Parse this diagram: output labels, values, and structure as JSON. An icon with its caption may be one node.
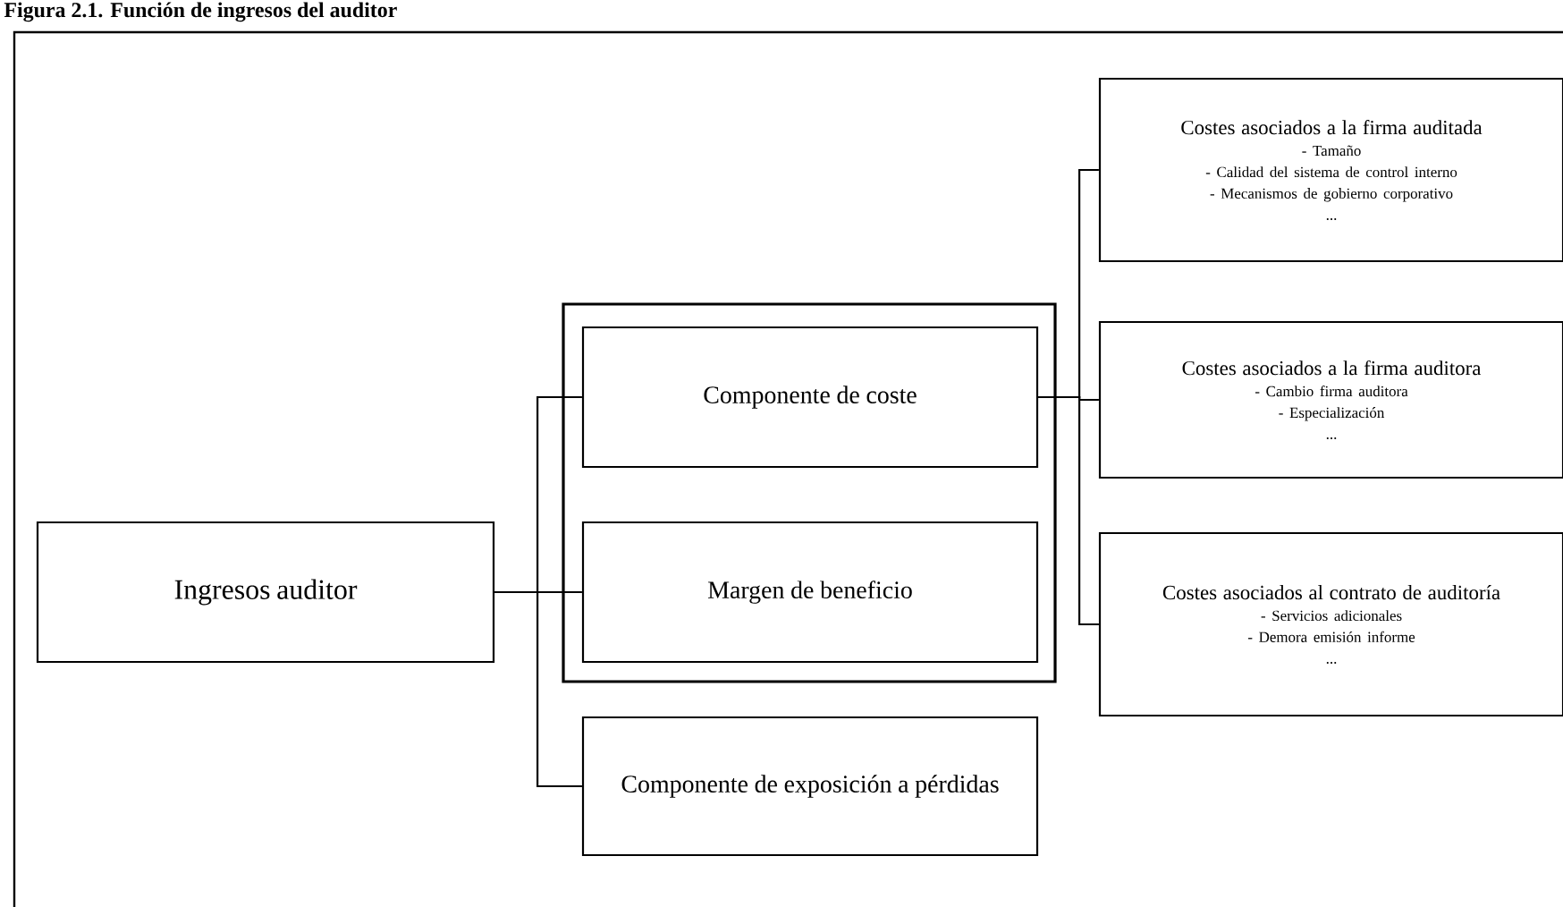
{
  "diagram": {
    "title": "Figura 2.1. Función de ingresos del auditor",
    "nodes": [
      {
        "text": [
          "Ingresos auditor"
        ]
      },
      {
        "text": [],
        "shape": "box"
      },
      {
        "text": [
          "Componente de coste"
        ],
        "in": 1
      },
      {
        "text": [
          "Margen de beneficio"
        ],
        "in": 1
      },
      {
        "text": [
          "Componente de exposición a pérdidas"
        ]
      },
      {
        "text": [
          "Costes asociados a la firma auditada",
          "- Tamaño",
          "- Calidad del sistema de control interno",
          "- Mecanismos de gobierno corporativo",
          "..."
        ]
      },
      {
        "text": [
          "Costes asociados a la firma auditora",
          "- Cambio firma auditora",
          "- Especialización",
          "..."
        ]
      },
      {
        "text": [
          "Costes asociados al contrato de auditoría",
          "- Servicios adicionales",
          "- Demora emisión informe",
          "..."
        ]
      }
    ],
    "edges": [
      {
        "from": 0,
        "to": 2,
        "arrow": "none"
      },
      {
        "from": 0,
        "to": 3,
        "arrow": "none"
      },
      {
        "from": 0,
        "to": 4,
        "arrow": "none"
      },
      {
        "from": 2,
        "to": 5,
        "arrow": "none"
      },
      {
        "from": 2,
        "to": 6,
        "arrow": "none"
      },
      {
        "from": 2,
        "to": 7,
        "arrow": "none"
      }
    ]
  }
}
